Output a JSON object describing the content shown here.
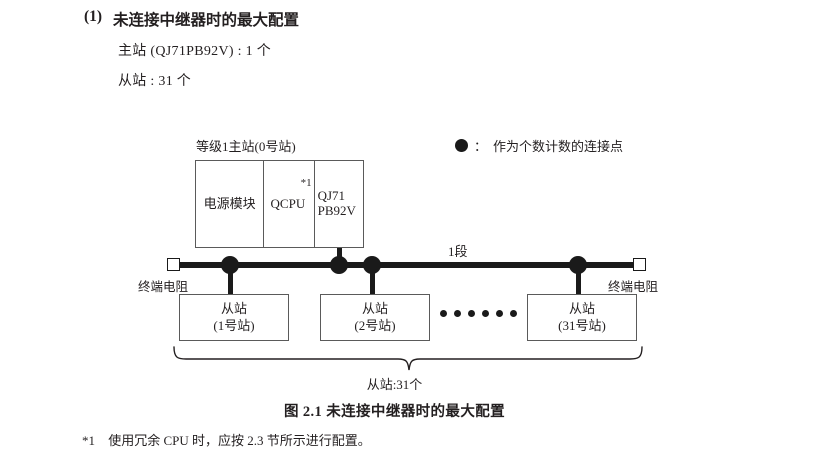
{
  "heading": {
    "number": "(1)",
    "title": "未连接中继器时的最大配置",
    "master_line": "主站 (QJ71PB92V) : 1 个",
    "slave_line": "从站 : 31 个"
  },
  "legend": {
    "icon": "filled-circle-icon",
    "separator": "：",
    "text": "作为个数计数的连接点"
  },
  "diagram": {
    "master_station": {
      "label": "等级1主站(0号站)",
      "slots": [
        {
          "name": "power-module",
          "text": "电源模块"
        },
        {
          "name": "cpu-module",
          "text": "QCPU",
          "note": "*1"
        },
        {
          "name": "network-module",
          "line1": "QJ71",
          "line2": "PB92V"
        }
      ]
    },
    "segment_label": "1段",
    "terminators": {
      "left_label": "终端电阻",
      "right_label": "终端电阻"
    },
    "slaves": [
      {
        "title": "从站",
        "station": "(1号站)"
      },
      {
        "title": "从站",
        "station": "(2号站)"
      },
      {
        "title": "从站",
        "station": "(31号站)"
      }
    ],
    "ellipsis_dot_count": 6,
    "brace_label": "从站:31个"
  },
  "figure": {
    "caption": "图 2.1  未连接中继器时的最大配置"
  },
  "footnote": {
    "mark": "*1",
    "text": "使用冗余 CPU 时，应按 2.3 节所示进行配置。"
  },
  "colors": {
    "ink": "#231f20",
    "line": "#1a1a1a",
    "box_border": "#5a5a5a",
    "background": "#ffffff"
  }
}
